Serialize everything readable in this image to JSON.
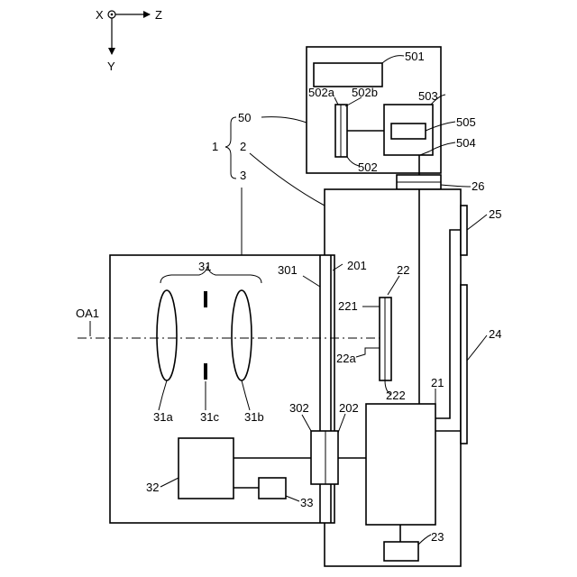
{
  "axes": {
    "x_label": "X",
    "z_label": "Z",
    "y_label": "Y"
  },
  "labels": {
    "l1": "1",
    "l2": "2",
    "l3": "3",
    "l50": "50",
    "l501": "501",
    "l502": "502",
    "l502a": "502a",
    "l502b": "502b",
    "l503": "503",
    "l504": "504",
    "l505": "505",
    "l26": "26",
    "l25": "25",
    "l24": "24",
    "l201": "201",
    "l202": "202",
    "l21": "21",
    "l22": "22",
    "l221": "221",
    "l222": "222",
    "l22a": "22a",
    "l23": "23",
    "l31": "31",
    "l31a": "31a",
    "l31b": "31b",
    "l31c": "31c",
    "l32": "32",
    "l33": "33",
    "l301": "301",
    "l302": "302",
    "oa1": "OA1"
  }
}
